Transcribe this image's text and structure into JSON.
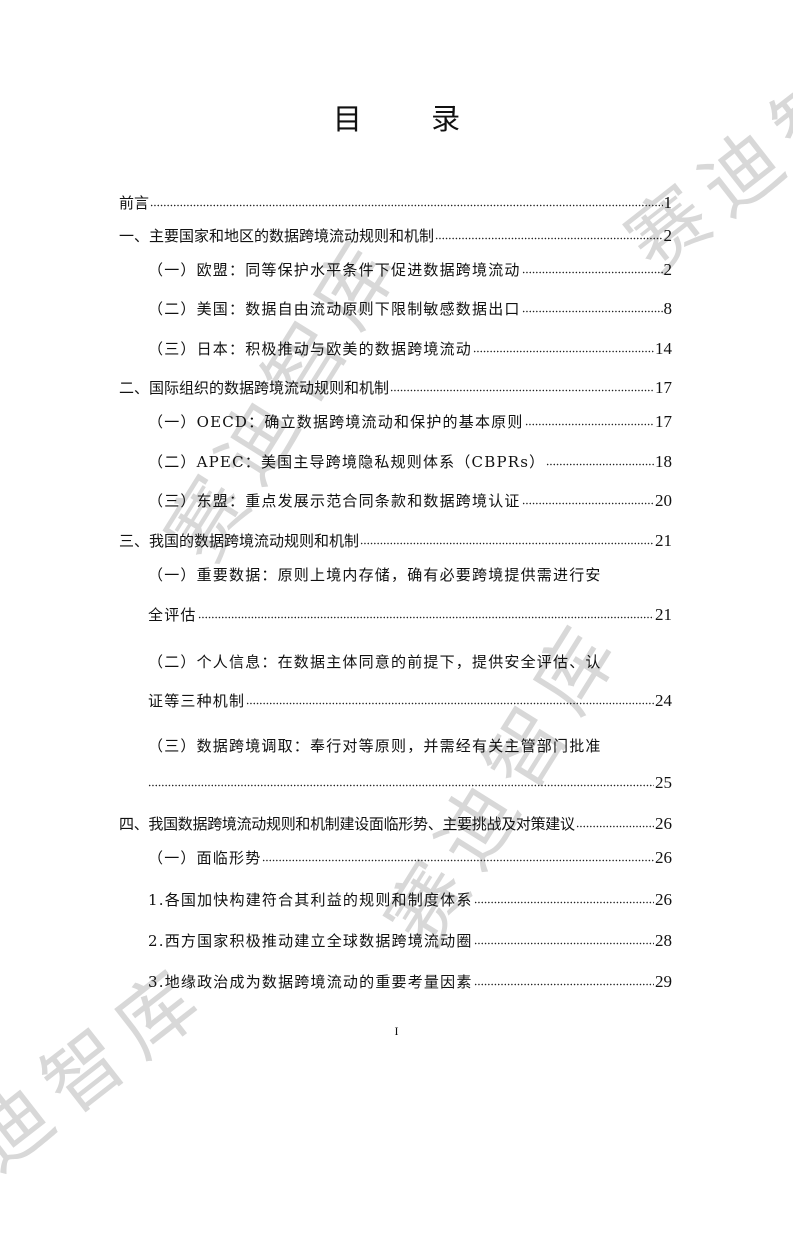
{
  "document": {
    "title": "目 录",
    "page_number": "I",
    "watermark_text": "赛迪智库",
    "watermark_color": "#d8d8d8"
  },
  "toc": {
    "preface": {
      "text": "前言",
      "page": "1"
    },
    "s1": {
      "text": "一、主要国家和地区的数据跨境流动规则和机制",
      "page": "2"
    },
    "s1_1": {
      "text": "（一）欧盟：同等保护水平条件下促进数据跨境流动",
      "page": "2"
    },
    "s1_2": {
      "text": "（二）美国：数据自由流动原则下限制敏感数据出口",
      "page": "8"
    },
    "s1_3": {
      "text": "（三）日本：积极推动与欧美的数据跨境流动",
      "page": "14"
    },
    "s2": {
      "text": "二、国际组织的数据跨境流动规则和机制",
      "page": "17"
    },
    "s2_1": {
      "text": "（一）OECD：确立数据跨境流动和保护的基本原则",
      "page": "17"
    },
    "s2_2": {
      "text": "（二）APEC：美国主导跨境隐私规则体系（CBPRs）",
      "page": "18"
    },
    "s2_3": {
      "text": "（三）东盟：重点发展示范合同条款和数据跨境认证",
      "page": "20"
    },
    "s3": {
      "text": "三、我国的数据跨境流动规则和机制",
      "page": "21"
    },
    "s3_1": {
      "text_line1": "（一）重要数据：原则上境内存储，确有必要跨境提供需进行安",
      "text_line2": "全评估",
      "page": "21"
    },
    "s3_2": {
      "text_line1": "（二）个人信息：在数据主体同意的前提下，提供安全评估、认",
      "text_line2": "证等三种机制",
      "page": "24"
    },
    "s3_3": {
      "text_line1": "（三）数据跨境调取：奉行对等原则，并需经有关主管部门批准",
      "text_line2": "",
      "page": "25"
    },
    "s4": {
      "text": "四、我国数据跨境流动规则和机制建设面临形势、主要挑战及对策建议",
      "page": "26"
    },
    "s4_1": {
      "text": "（一）面临形势",
      "page": "26"
    },
    "s4_1_1": {
      "text": "1.各国加快构建符合其利益的规则和制度体系",
      "page": "26"
    },
    "s4_1_2": {
      "text": "2.西方国家积极推动建立全球数据跨境流动圈",
      "page": "28"
    },
    "s4_1_3": {
      "text": "3.地缘政治成为数据跨境流动的重要考量因素",
      "page": "29"
    }
  }
}
